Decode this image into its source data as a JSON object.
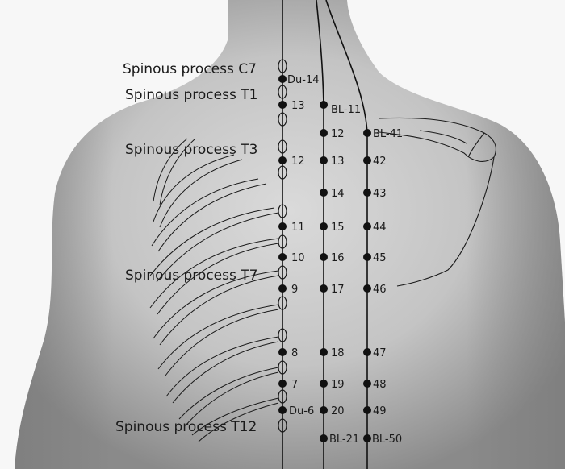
{
  "spinous_labels": {
    "c7": "Spinous process C7",
    "t1": "Spinous process T1",
    "t3": "Spinous process T3",
    "t7": "Spinous process T7",
    "t12": "Spinous process T12"
  },
  "governing_vessel": {
    "du14": "Du-14",
    "p13": "13",
    "p12": "12",
    "p11": "11",
    "p10": "10",
    "p9": "9",
    "p8": "8",
    "p7": "7",
    "du6": "Du-6"
  },
  "inner_bladder": {
    "bl11": "BL-11",
    "p12": "12",
    "p13": "13",
    "p14": "14",
    "p15": "15",
    "p16": "16",
    "p17": "17",
    "p18": "18",
    "p19": "19",
    "p20": "20",
    "bl21": "BL-21"
  },
  "outer_bladder": {
    "bl41": "BL-41",
    "p42": "42",
    "p43": "43",
    "p44": "44",
    "p45": "45",
    "p46": "46",
    "p47": "47",
    "p48": "48",
    "p49": "49",
    "bl50": "BL-50"
  },
  "colors": {
    "skin_light": "#d6d6d6",
    "skin_dark": "#8c8c8c",
    "line": "#111111",
    "point": "#111111"
  }
}
